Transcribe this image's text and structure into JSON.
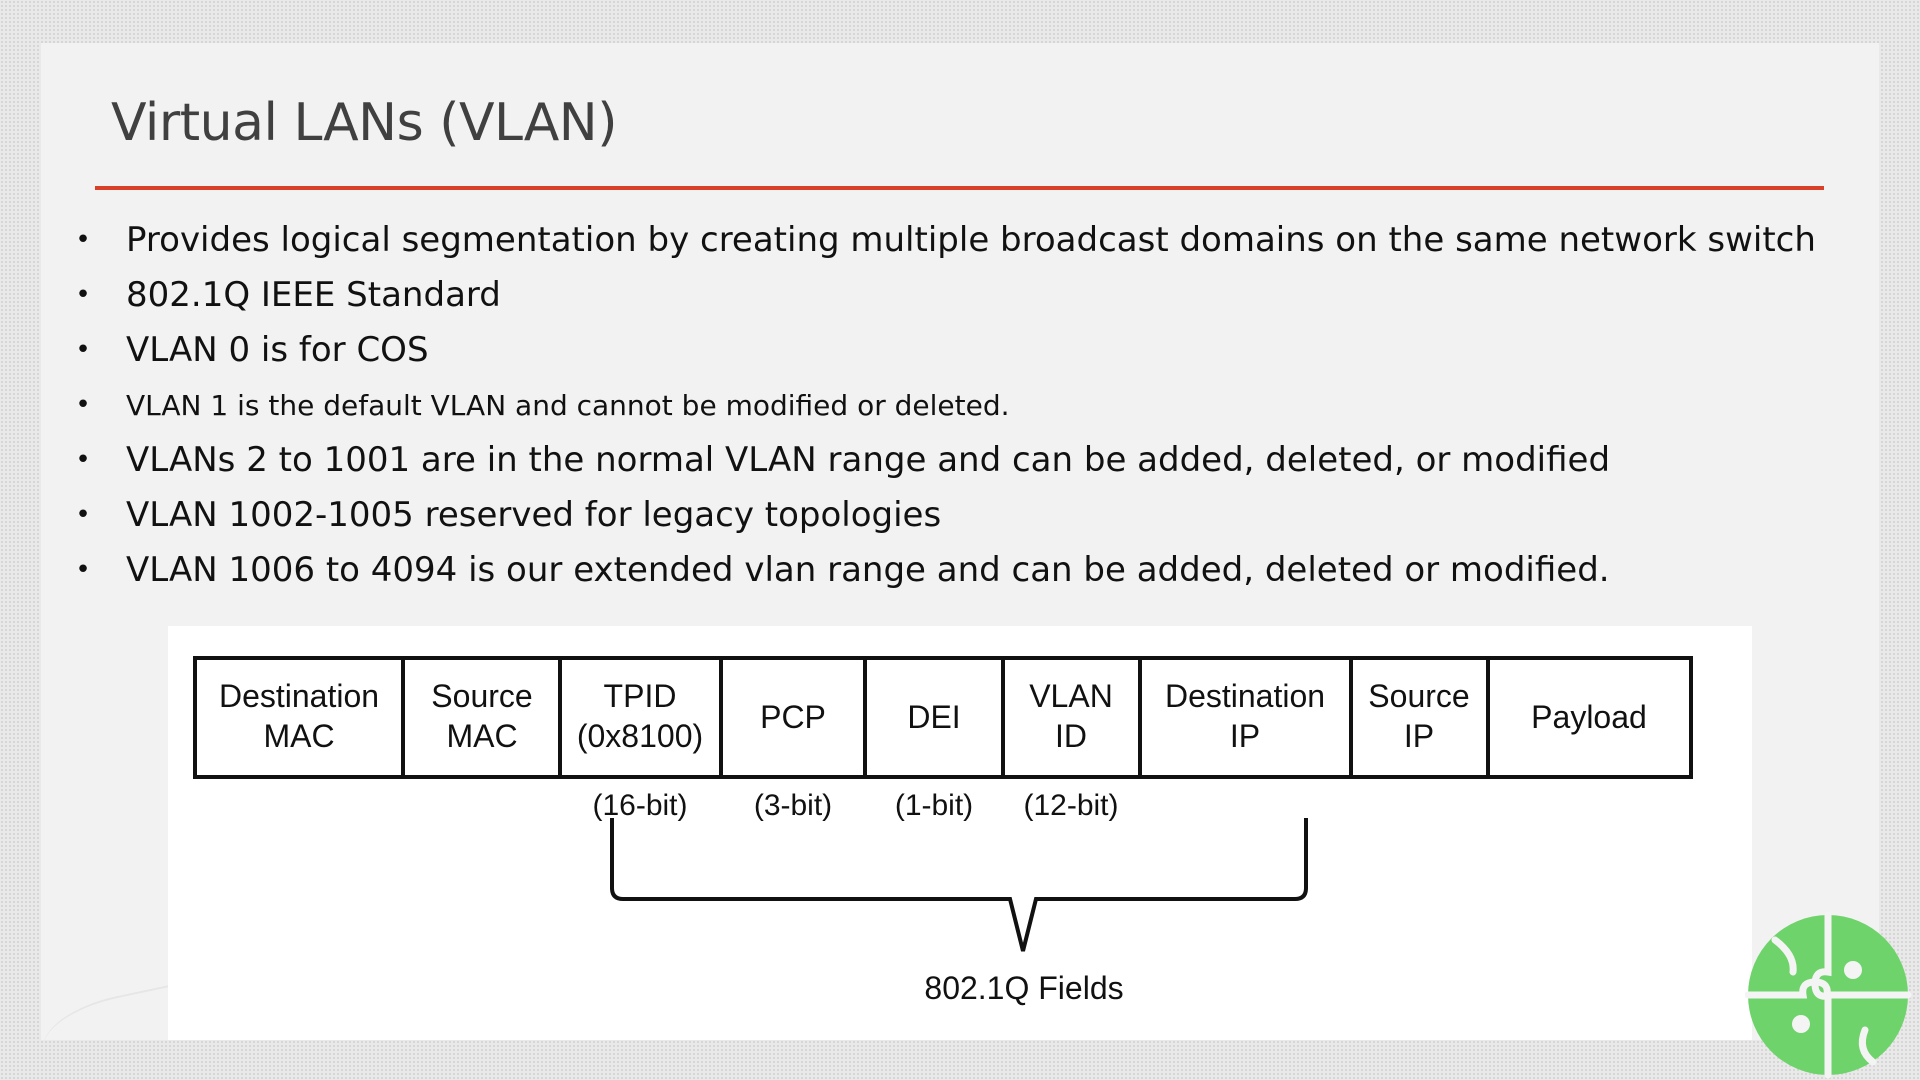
{
  "slide": {
    "title": "Virtual LANs (VLAN)",
    "bullets": [
      {
        "text": "Provides logical segmentation by creating multiple broadcast domains on the same network switch"
      },
      {
        "text": "802.1Q IEEE Standard"
      },
      {
        "text": "VLAN 0 is for COS"
      },
      {
        "text": "VLAN 1 is the default VLAN and cannot be modified or deleted."
      },
      {
        "text": "VLANs 2 to 1001 are in the normal VLAN range and can be added, deleted, or modified"
      },
      {
        "text": "VLAN 1002-1005 reserved for legacy topologies"
      },
      {
        "text": "VLAN 1006 to 4094 is our extended vlan range and can be added, deleted or modified."
      }
    ],
    "bullet_glyph": "•",
    "accent_color": "#d9402a"
  },
  "frame_diagram": {
    "fields": [
      {
        "line1": "Destination",
        "line2": "MAC",
        "bits": ""
      },
      {
        "line1": "Source",
        "line2": "MAC",
        "bits": ""
      },
      {
        "line1": "TPID",
        "line2": "(0x8100)",
        "bits": "(16-bit)"
      },
      {
        "line1": "PCP",
        "line2": "",
        "bits": "(3-bit)"
      },
      {
        "line1": "DEI",
        "line2": "",
        "bits": "(1-bit)"
      },
      {
        "line1": "VLAN",
        "line2": "ID",
        "bits": "(12-bit)"
      },
      {
        "line1": "Destination",
        "line2": "IP",
        "bits": ""
      },
      {
        "line1": "Source",
        "line2": "IP",
        "bits": ""
      },
      {
        "line1": "Payload",
        "line2": "",
        "bits": ""
      }
    ],
    "brace_label": "802.1Q Fields"
  },
  "logo": {
    "icon": "puzzle-piece-logo-icon",
    "color": "#6fd36b"
  }
}
